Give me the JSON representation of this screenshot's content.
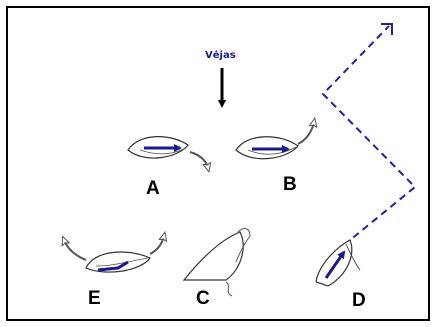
{
  "wind": {
    "label": "Vėjas"
  },
  "diagrams": [
    {
      "id": "A",
      "label": "A"
    },
    {
      "id": "B",
      "label": "B"
    },
    {
      "id": "C",
      "label": "C"
    },
    {
      "id": "D",
      "label": "D"
    },
    {
      "id": "E",
      "label": "E"
    }
  ],
  "colors": {
    "frame": "#000000",
    "vector": "#1a1a8c",
    "course": "#1f1fa8",
    "outline": "#333333",
    "curve_arrow": "#666666"
  }
}
